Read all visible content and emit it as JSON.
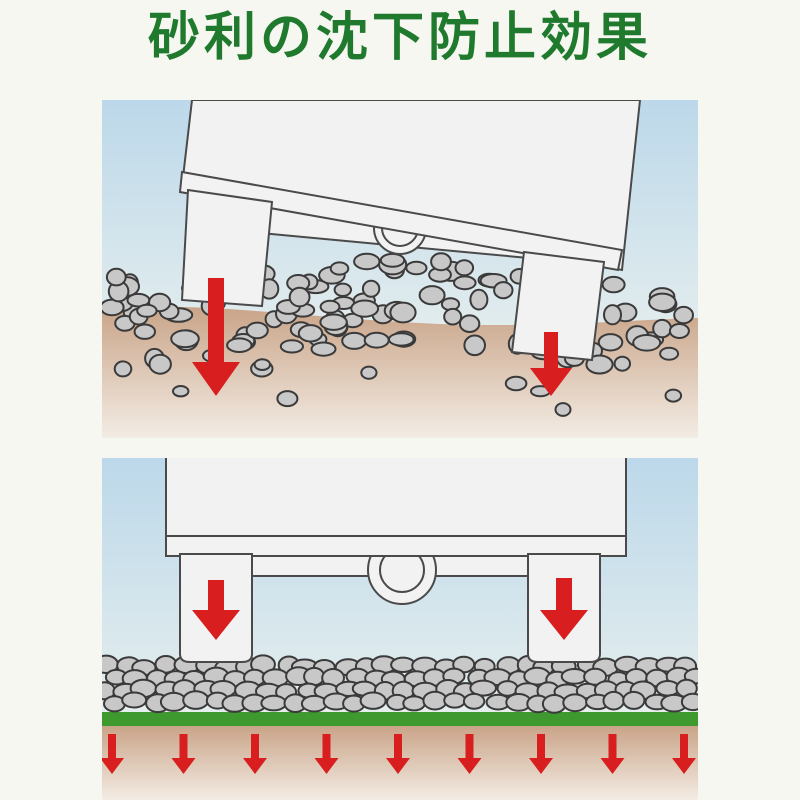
{
  "title": "砂利の沈下防止効果",
  "colors": {
    "title": "#1f7a2e",
    "sky_top": "#bcd8ea",
    "sky_bottom": "#f4f6ef",
    "soil_top": "#c9a488",
    "soil_bottom": "#f3ece4",
    "gravel_fill": "#c8c8c8",
    "gravel_stroke": "#3a3a3a",
    "mat": "#3e9a2e",
    "arrow": "#d81e1e",
    "unit_fill": "#f2f2f2",
    "unit_stroke": "#4a4a4a"
  },
  "panels": [
    {
      "id": "without-mat",
      "description_icon": "tilted-storage-unit-sinking"
    },
    {
      "id": "with-mat",
      "description_icon": "level-storage-unit-on-mat"
    }
  ]
}
